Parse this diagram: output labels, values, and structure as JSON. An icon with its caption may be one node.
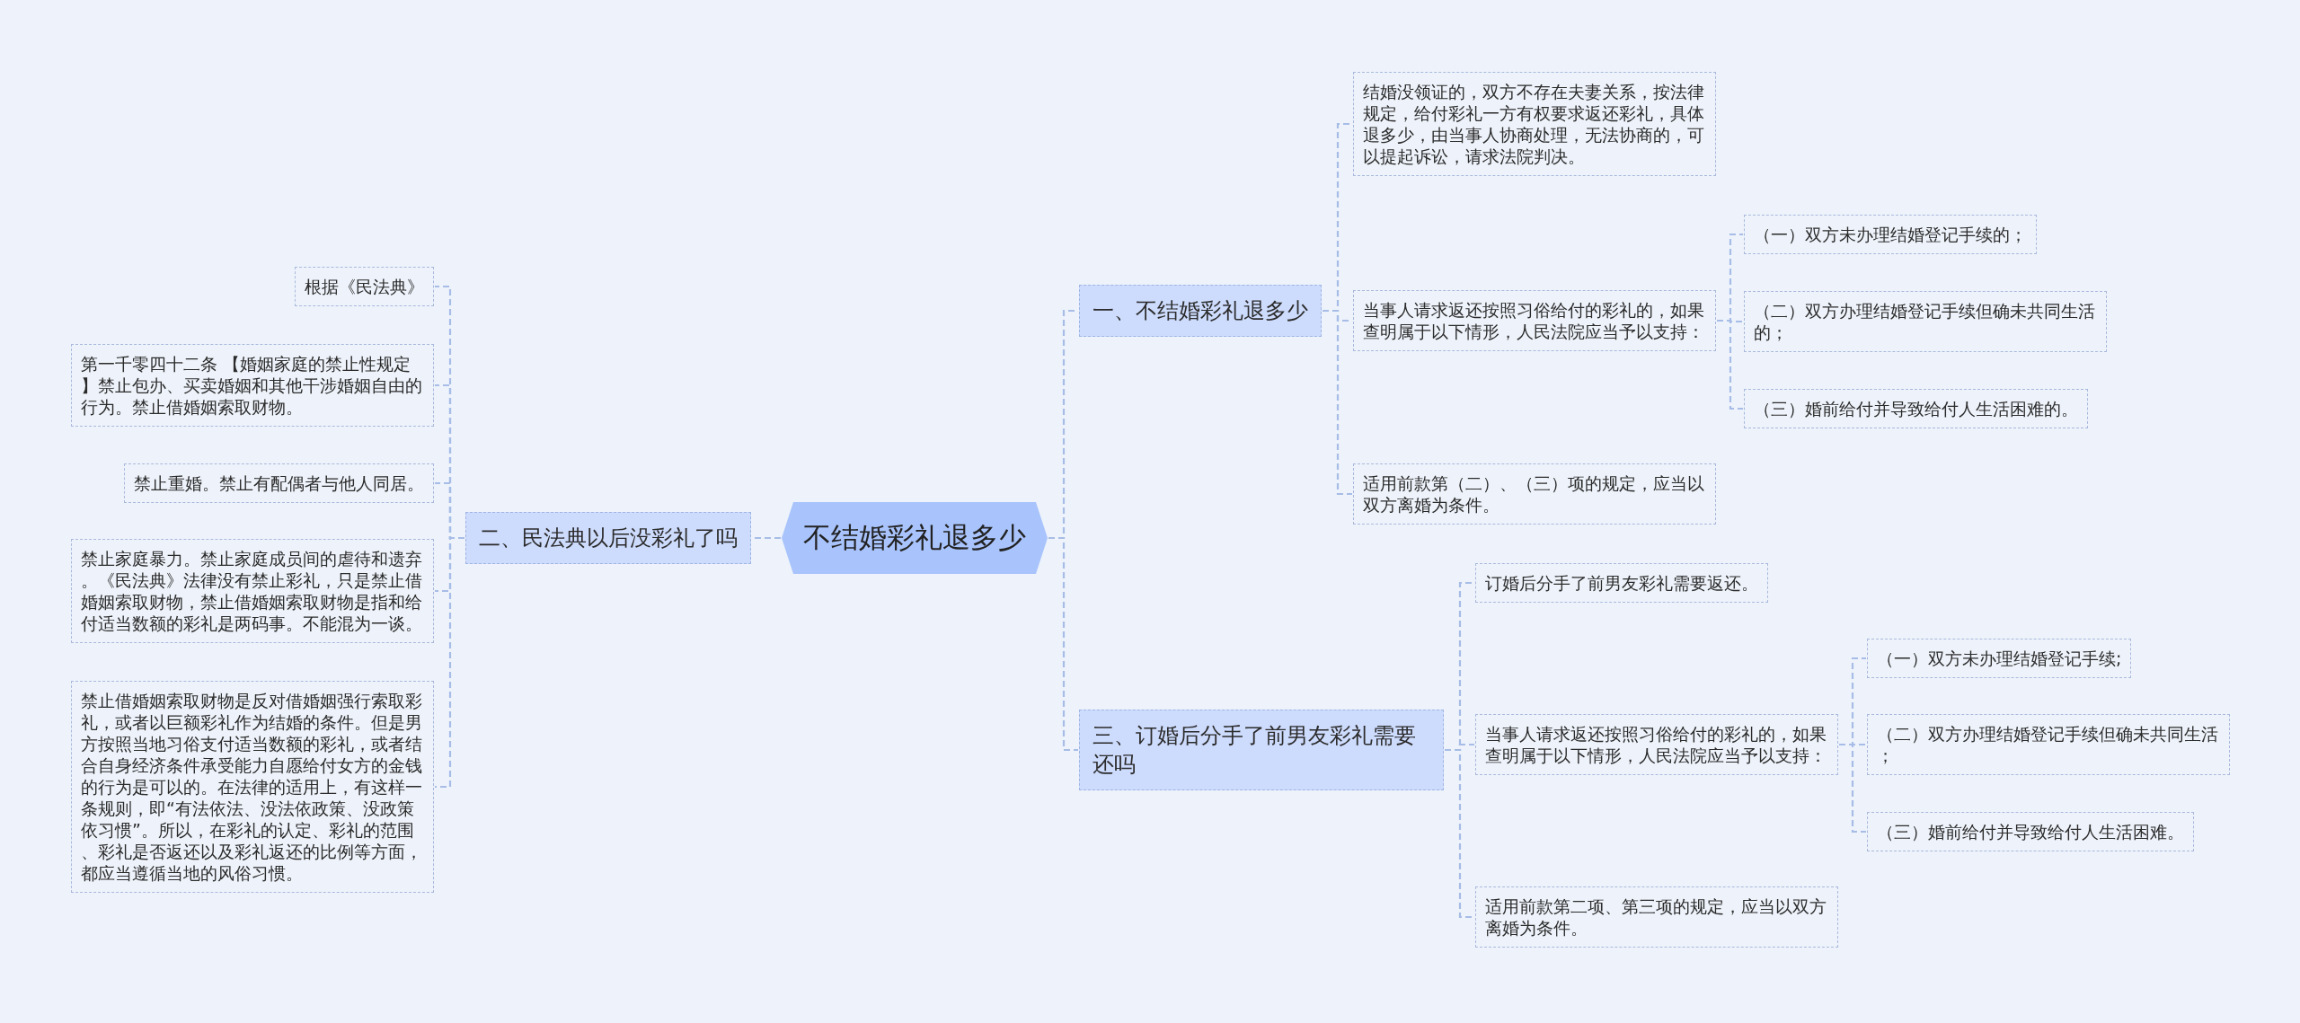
{
  "diagram": {
    "nodes": [
      {
        "text": [
          "不结婚彩礼退多少"
        ]
      },
      {
        "text": [
          "一、不结婚彩礼退多少"
        ]
      },
      {
        "text": [
          "结婚没领证的，双方不存在夫妻关系，按法律规定，给付彩礼一方有权要求返还彩礼，具体退多少，由当事人协商处理，无法协商的，可以提起诉讼，请求法院判决。"
        ]
      },
      {
        "text": [
          "当事人请求返还按照习俗给付的彩礼的，如果查明属于以下情形，人民法院应当予以支持："
        ]
      },
      {
        "text": [
          "适用前款第（二）、（三）项的规定，应当以双方离婚为条件。"
        ]
      },
      {
        "text": [
          "（一）双方未办理结婚登记手续的；"
        ]
      },
      {
        "text": [
          "（二）双方办理结婚登记手续但确未共同生活的；"
        ]
      },
      {
        "text": [
          "（三）婚前给付并导致给付人生活困难的。"
        ]
      },
      {
        "text": [
          "二、民法典以后没彩礼了吗"
        ]
      },
      {
        "text": [
          "根据《民法典》"
        ]
      },
      {
        "text": [
          "第一千零四十二条 【婚姻家庭的禁止性规定】禁止包办、买卖婚姻和其他干涉婚姻自由的行为。禁止借婚姻索取财物。"
        ]
      },
      {
        "text": [
          "禁止重婚。禁止有配偶者与他人同居。"
        ]
      },
      {
        "text": [
          "禁止家庭暴力。禁止家庭成员间的虐待和遗弃。《民法典》法律没有禁止彩礼，只是禁止借婚姻索取财物，禁止借婚姻索取财物是指和给付适当数额的彩礼是两码事。不能混为一谈。"
        ]
      },
      {
        "text": [
          "禁止借婚姻索取财物是反对借婚姻强行索取彩礼，或者以巨额彩礼作为结婚的条件。但是男方按照当地习俗支付适当数额的彩礼，或者结合自身经济条件承受能力自愿给付女方的金钱的行为是可以的。在法律的适用上，有这样一条规则，即“有法依法、没法依政策、没政策依习惯”。所以，在彩礼的认定、彩礼的范围、彩礼是否返还以及彩礼返还的比例等方面，都应当遵循当地的风俗习惯。"
        ]
      },
      {
        "text": [
          "三、订婚后分手了前男友彩礼需要还吗"
        ]
      },
      {
        "text": [
          "订婚后分手了前男友彩礼需要返还。"
        ]
      },
      {
        "text": [
          "当事人请求返还按照习俗给付的彩礼的，如果查明属于以下情形，人民法院应当予以支持："
        ]
      },
      {
        "text": [
          "适用前款第二项、第三项的规定，应当以双方离婚为条件。"
        ]
      },
      {
        "text": [
          "（一）双方未办理结婚登记手续;"
        ]
      },
      {
        "text": [
          "（二）双方办理结婚登记手续但确未共同生活；"
        ]
      },
      {
        "text": [
          "（三）婚前给付并导致给付人生活困难。"
        ]
      }
    ],
    "edges": [
      {
        "from": 0,
        "to": 1,
        "arrow": "none"
      },
      {
        "from": 1,
        "to": 2,
        "arrow": "none"
      },
      {
        "from": 1,
        "to": 3,
        "arrow": "none"
      },
      {
        "from": 1,
        "to": 4,
        "arrow": "none"
      },
      {
        "from": 3,
        "to": 5,
        "arrow": "none"
      },
      {
        "from": 3,
        "to": 6,
        "arrow": "none"
      },
      {
        "from": 3,
        "to": 7,
        "arrow": "none"
      },
      {
        "from": 0,
        "to": 8,
        "arrow": "none"
      },
      {
        "from": 8,
        "to": 9,
        "arrow": "none"
      },
      {
        "from": 8,
        "to": 10,
        "arrow": "none"
      },
      {
        "from": 8,
        "to": 11,
        "arrow": "none"
      },
      {
        "from": 8,
        "to": 12,
        "arrow": "none"
      },
      {
        "from": 8,
        "to": 13,
        "arrow": "none"
      },
      {
        "from": 0,
        "to": 14,
        "arrow": "none"
      },
      {
        "from": 14,
        "to": 15,
        "arrow": "none"
      },
      {
        "from": 14,
        "to": 16,
        "arrow": "none"
      },
      {
        "from": 14,
        "to": 17,
        "arrow": "none"
      },
      {
        "from": 16,
        "to": 18,
        "arrow": "none"
      },
      {
        "from": 16,
        "to": 19,
        "arrow": "none"
      },
      {
        "from": 16,
        "to": 20,
        "arrow": "none"
      }
    ]
  }
}
